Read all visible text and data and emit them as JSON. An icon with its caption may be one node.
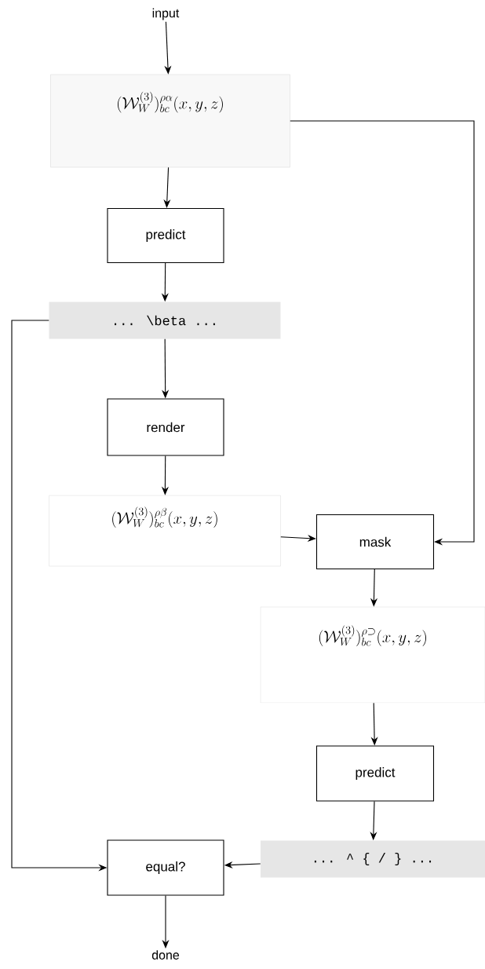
{
  "diagram": {
    "nodes": [
      {
        "text": [
          "input"
        ]
      },
      {
        "text": [
          "(\\mathcal{W}_W^{(3)})^{\\rho\\alpha}_{bc}(x,y,z)"
        ]
      },
      {
        "text": [
          "predict"
        ]
      },
      {
        "text": [
          "... \\beta ..."
        ]
      },
      {
        "text": [
          "render"
        ]
      },
      {
        "text": [
          "(\\mathcal{W}_W^{(3)})^{\\rho\\beta}_{bc}(x,y,z)"
        ]
      },
      {
        "text": [
          "mask"
        ]
      },
      {
        "text": [
          "(\\mathcal{W}_W^{(3)})^{\\rho\\supset}_{bc}(x,y,z)"
        ]
      },
      {
        "text": [
          "predict"
        ]
      },
      {
        "text": [
          "... ^ { / } ..."
        ]
      },
      {
        "text": [
          "equal?"
        ]
      },
      {
        "text": [
          "done"
        ]
      }
    ],
    "edges": [
      {
        "from": 0,
        "to": 1,
        "arrow": "to"
      },
      {
        "from": 1,
        "to": 2,
        "arrow": "to"
      },
      {
        "from": 1,
        "to": 6,
        "arrow": "to"
      },
      {
        "from": 2,
        "to": 3,
        "arrow": "to"
      },
      {
        "from": 3,
        "to": 4,
        "arrow": "to"
      },
      {
        "from": 3,
        "to": 10,
        "arrow": "to"
      },
      {
        "from": 4,
        "to": 5,
        "arrow": "to"
      },
      {
        "from": 5,
        "to": 6,
        "arrow": "to"
      },
      {
        "from": 6,
        "to": 7,
        "arrow": "to"
      },
      {
        "from": 7,
        "to": 8,
        "arrow": "to"
      },
      {
        "from": 8,
        "to": 9,
        "arrow": "to"
      },
      {
        "from": 9,
        "to": 10,
        "arrow": "to"
      },
      {
        "from": 10,
        "to": 11,
        "arrow": "to"
      }
    ]
  }
}
